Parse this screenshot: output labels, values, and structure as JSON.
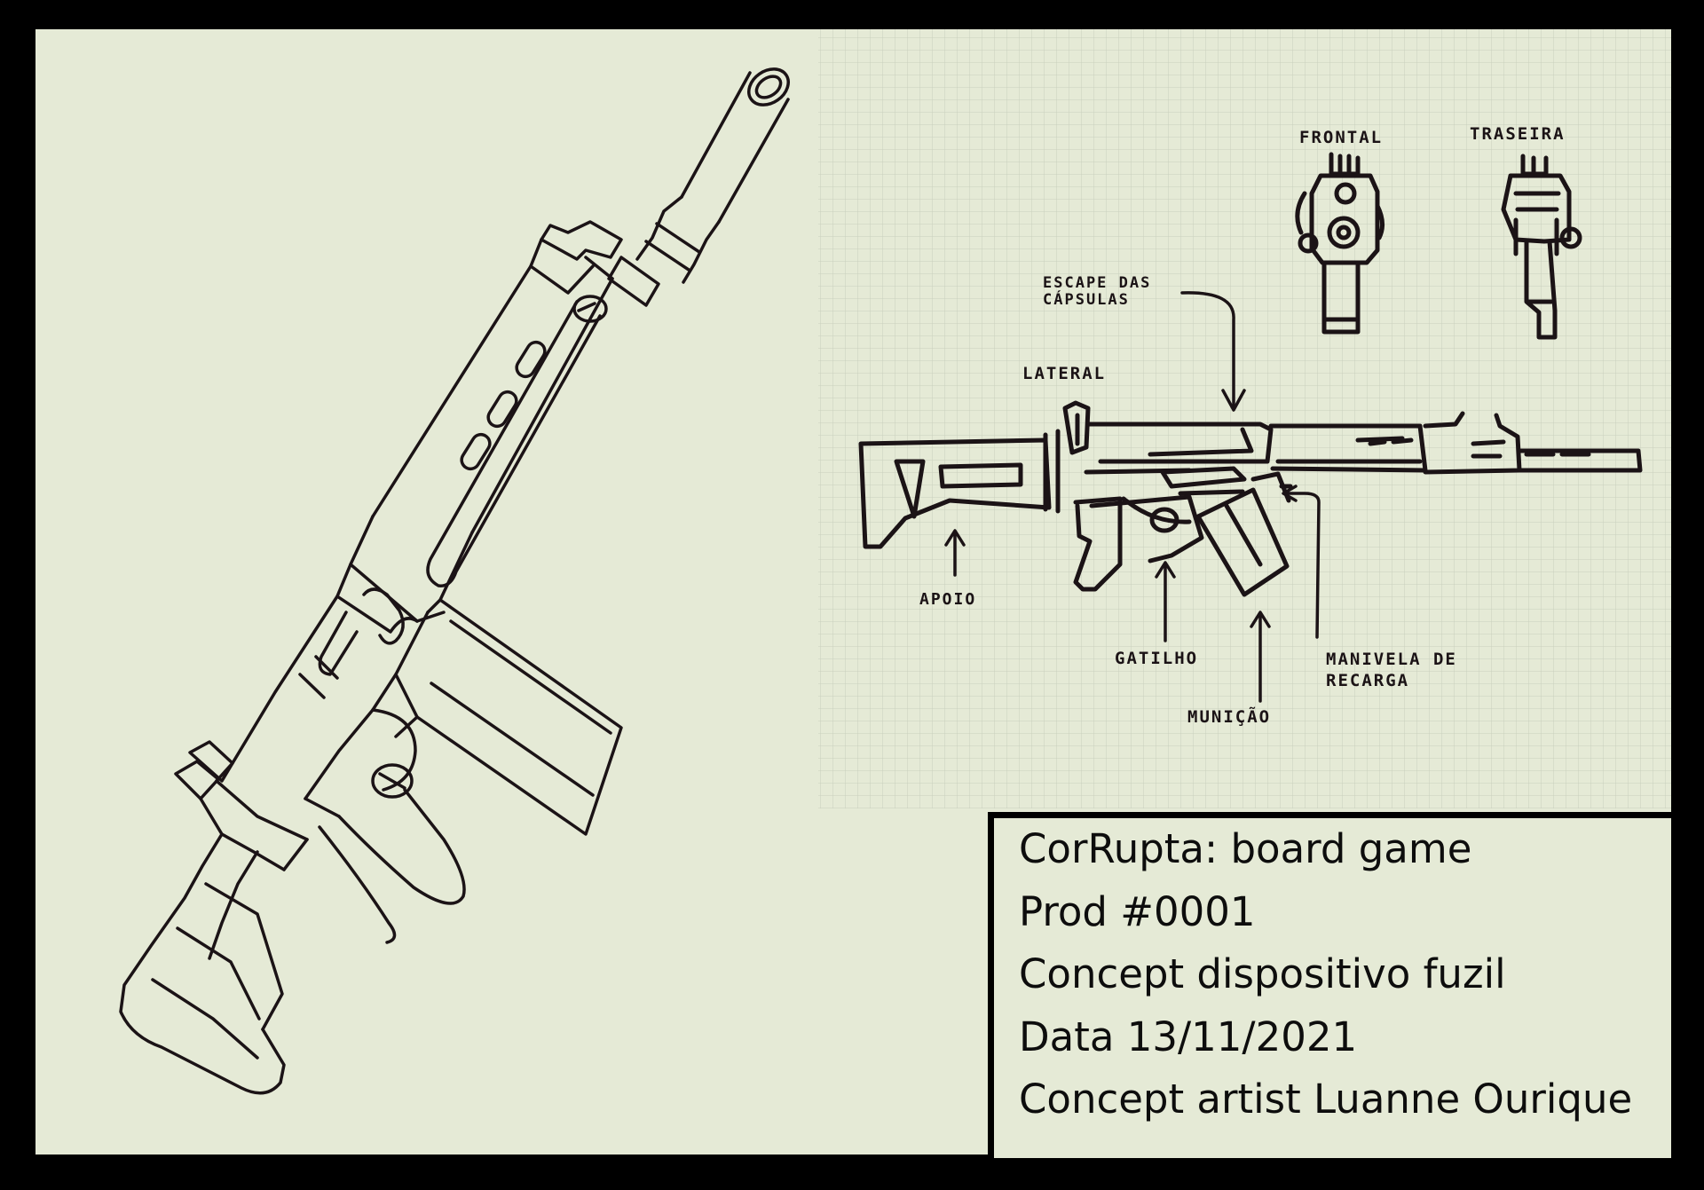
{
  "colors": {
    "frame": "#000000",
    "paper": "#e5ead6",
    "ink": "#1b1316",
    "grid": "#c9d0bd"
  },
  "views": {
    "frontal": "FRONTAL",
    "traseira": "TRASEIRA",
    "lateral": "LATERAL"
  },
  "callouts": {
    "escape_line1": "ESCAPE DAS",
    "escape_line2": "CÁPSULAS",
    "apoio": "APOIO",
    "gatilho": "GATILHO",
    "municao": "MUNIÇÃO",
    "manivela_line1": "MANIVELA DE",
    "manivela_line2": "RECARGA"
  },
  "info": {
    "line1": "CorRupta: board game",
    "line2": "Prod #0001",
    "line3": "Concept dispositivo fuzil",
    "line4": "Data 13/11/2021",
    "line5": "Concept artist Luanne Ourique"
  }
}
